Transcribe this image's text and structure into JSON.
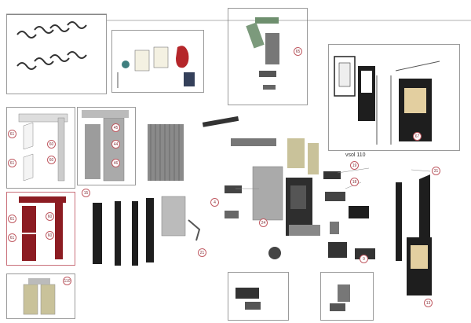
{
  "labels": {
    "model": "vsol 110"
  },
  "callouts": [
    {
      "id": "c61a",
      "text": "61"
    },
    {
      "id": "c60a",
      "text": "60"
    },
    {
      "id": "c61b",
      "text": "61"
    },
    {
      "id": "c60b",
      "text": "60"
    },
    {
      "id": "c61c",
      "text": "61"
    },
    {
      "id": "c60c",
      "text": "60"
    },
    {
      "id": "c61d",
      "text": "61"
    },
    {
      "id": "c60d",
      "text": "60"
    },
    {
      "id": "c44",
      "text": "44"
    },
    {
      "id": "c45",
      "text": "45"
    },
    {
      "id": "c46",
      "text": "46"
    },
    {
      "id": "c15",
      "text": "15"
    },
    {
      "id": "c19",
      "text": "19"
    },
    {
      "id": "c18",
      "text": "18"
    },
    {
      "id": "c13",
      "text": "13"
    },
    {
      "id": "c9",
      "text": "9"
    },
    {
      "id": "c31",
      "text": "31"
    },
    {
      "id": "c4",
      "text": "4"
    },
    {
      "id": "c21",
      "text": "21"
    },
    {
      "id": "c67",
      "text": "67"
    },
    {
      "id": "c65",
      "text": "65"
    },
    {
      "id": "c110",
      "text": "110"
    },
    {
      "id": "c24",
      "text": "24"
    }
  ],
  "colors": {
    "accent": "#c05a62",
    "red_part": "#8c1c22",
    "dark_part": "#1e1e1e",
    "grey_part": "#9c9c9c",
    "beige": "#c9c29a"
  }
}
